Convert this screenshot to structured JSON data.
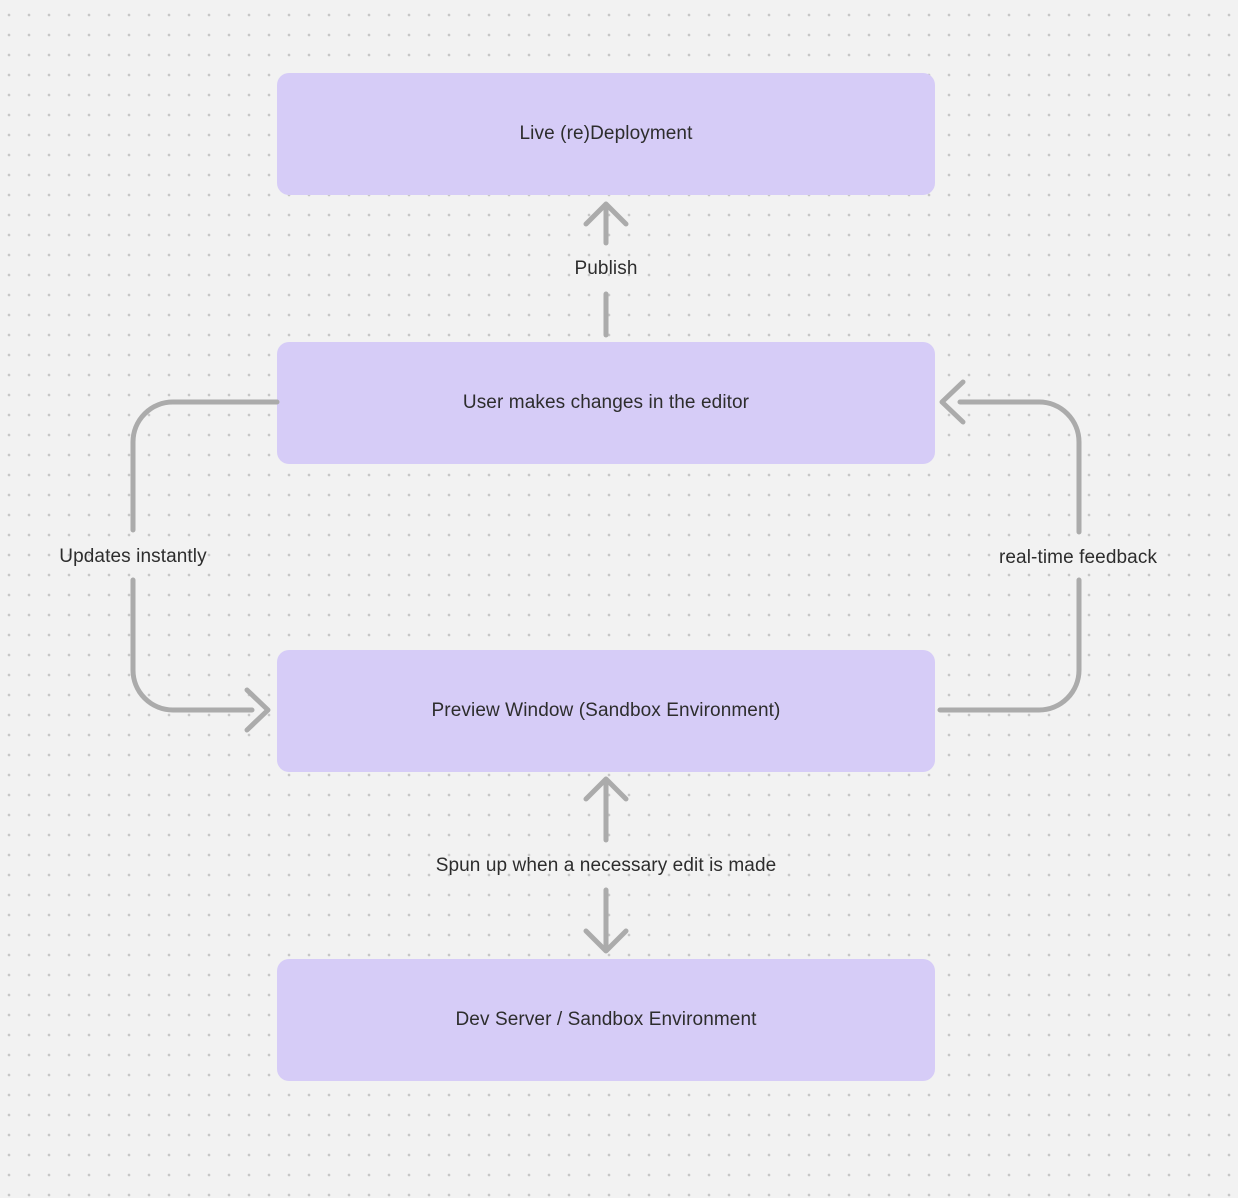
{
  "canvas": {
    "background_color": "#f2f2f2",
    "dot_color": "#c7c7c7"
  },
  "style": {
    "node_fill": "#d6ccf7",
    "node_text_color": "#2d2d2d",
    "arrow_color": "#ababab",
    "label_text_color": "#2d2d2d"
  },
  "nodes": [
    {
      "id": "live-redeployment",
      "label": "Live (re)Deployment"
    },
    {
      "id": "editor-changes",
      "label": "User makes changes in the editor"
    },
    {
      "id": "preview-window",
      "label": "Preview Window (Sandbox Environment)"
    },
    {
      "id": "dev-server",
      "label": "Dev Server / Sandbox Environment"
    }
  ],
  "edges": [
    {
      "from": "editor-changes",
      "to": "live-redeployment",
      "label": "Publish",
      "type": "straight",
      "direction": "up"
    },
    {
      "from": "editor-changes",
      "to": "preview-window",
      "label": "Updates instantly",
      "type": "loop",
      "side": "left",
      "direction": "down"
    },
    {
      "from": "preview-window",
      "to": "editor-changes",
      "label": "real-time feedback",
      "type": "loop",
      "side": "right",
      "direction": "up"
    },
    {
      "from": "preview-window",
      "to": "dev-server",
      "label": "Spun up when a necessary edit is made",
      "type": "straight",
      "direction": "both"
    }
  ]
}
